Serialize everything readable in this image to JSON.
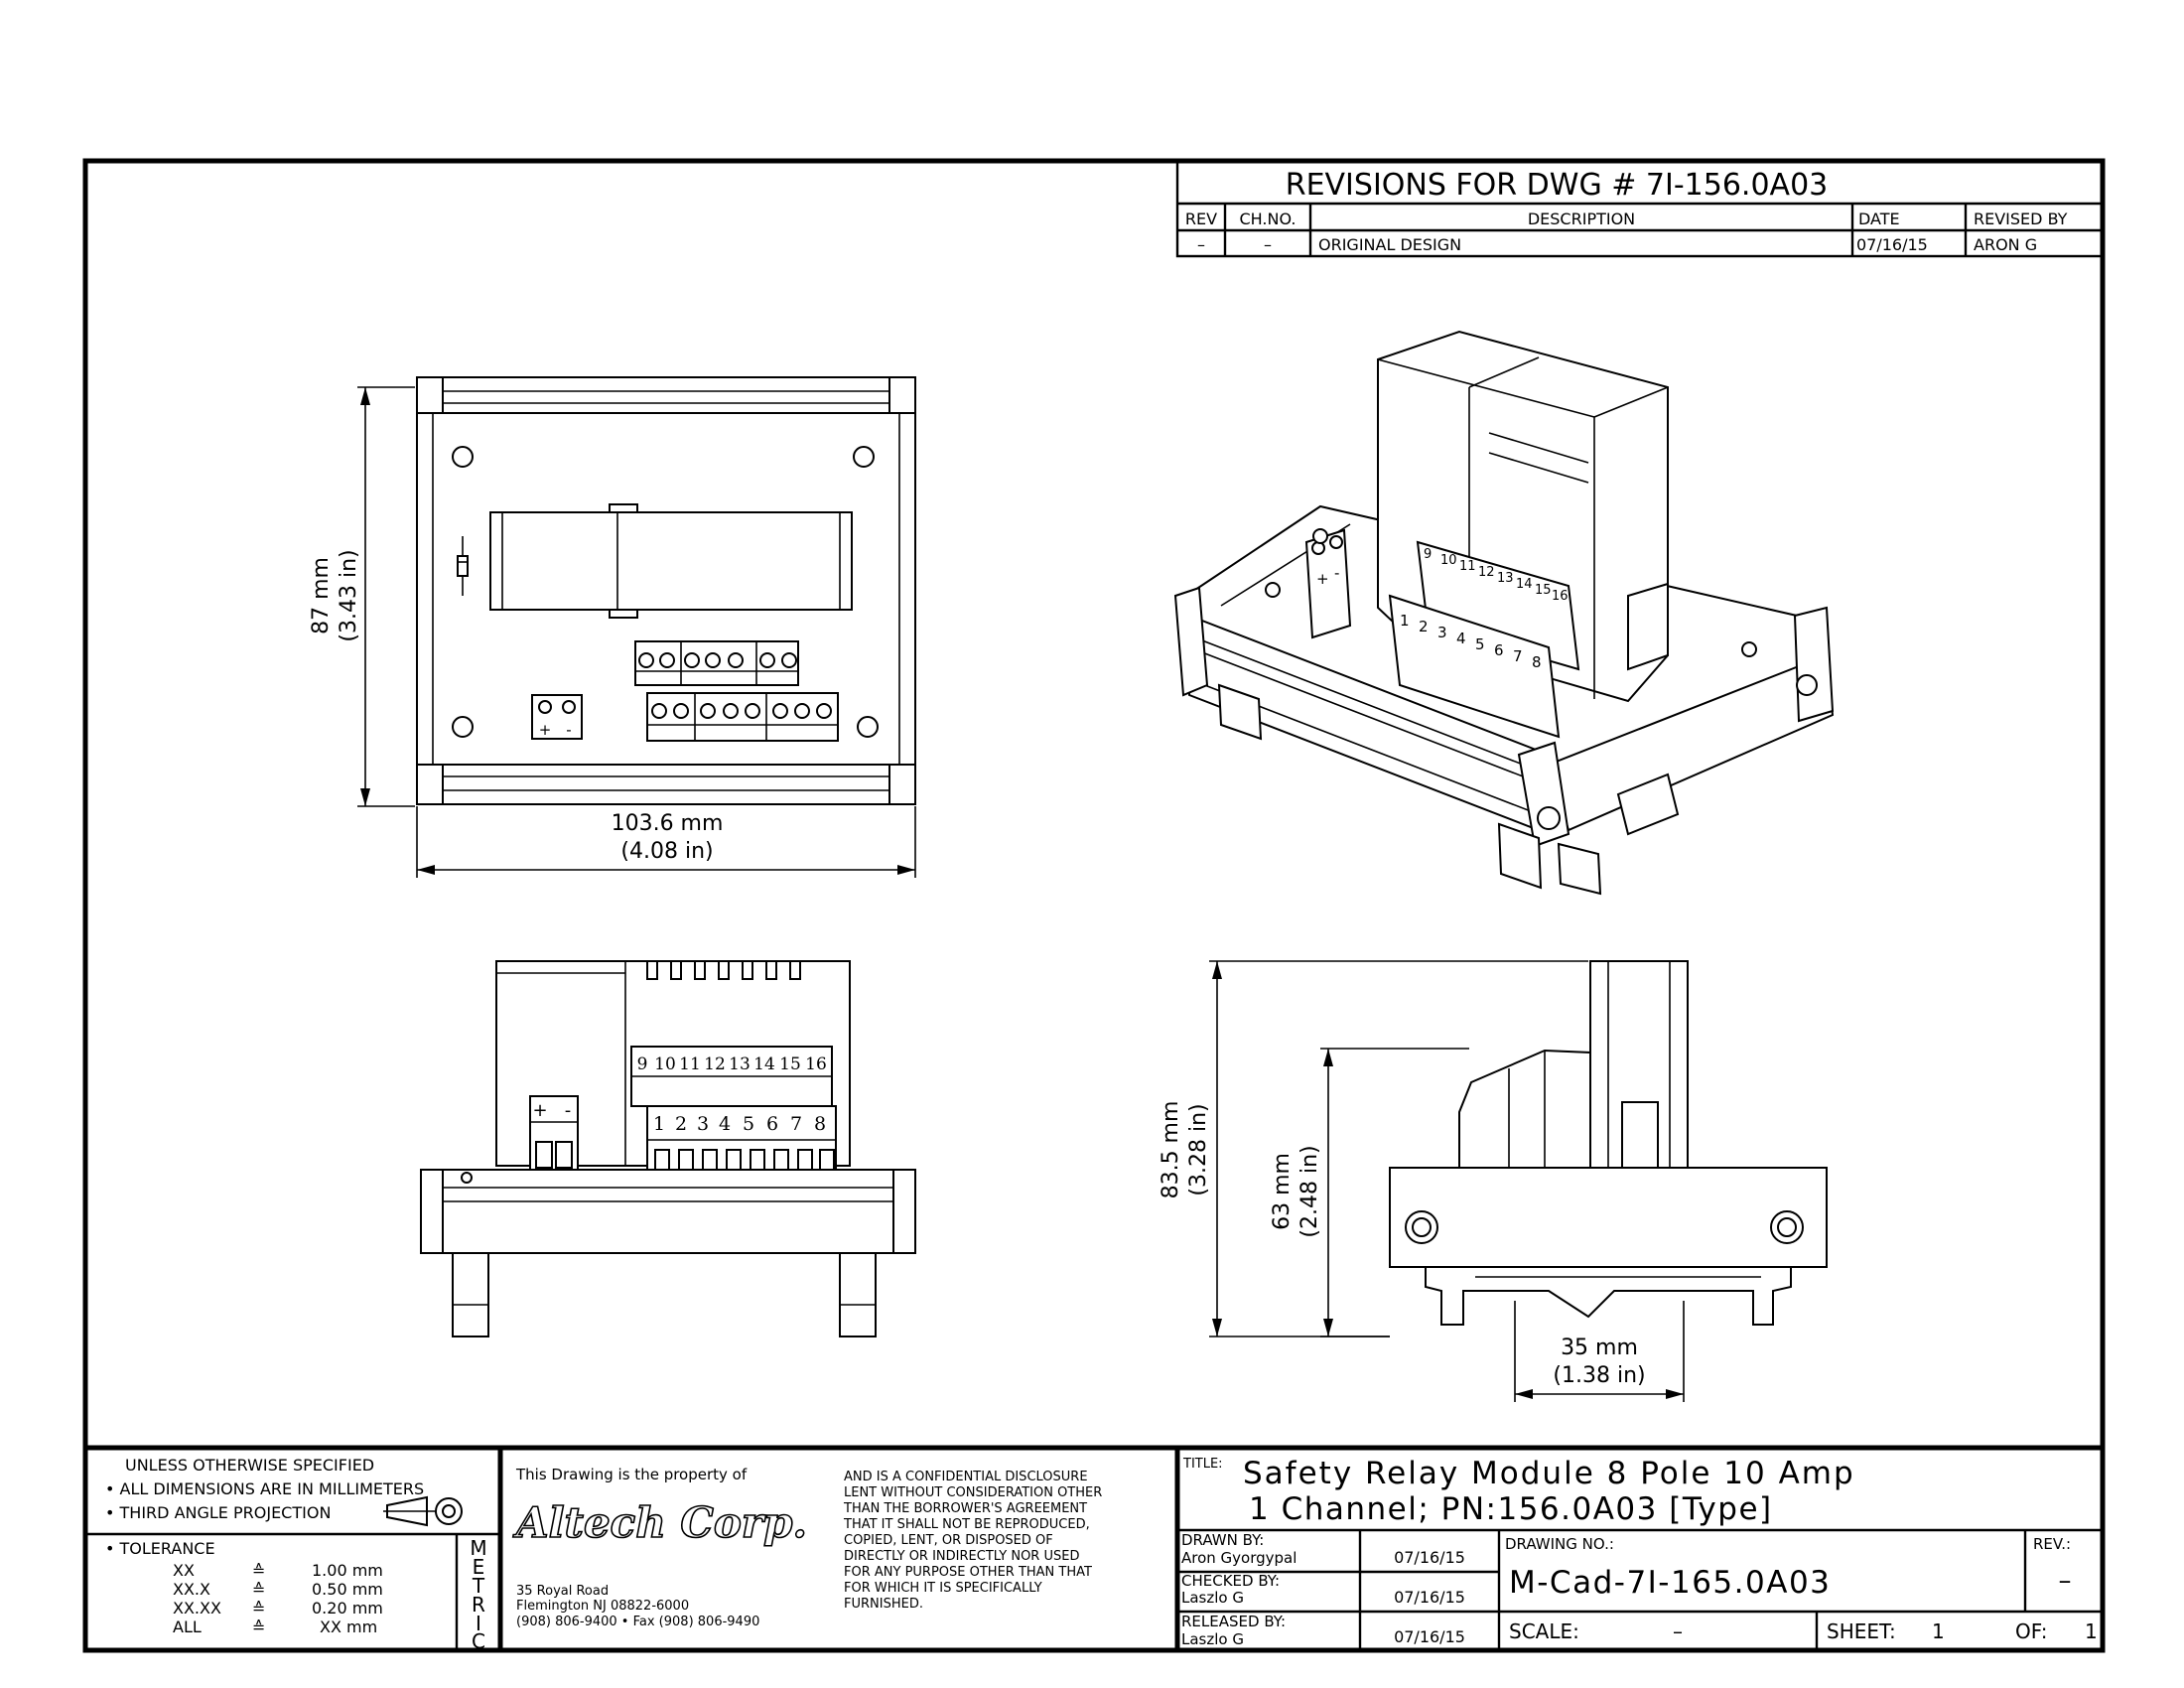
{
  "revisions": {
    "heading": "REVISIONS FOR DWG # 7I-156.0A03",
    "columns": [
      "REV",
      "CH.NO.",
      "DESCRIPTION",
      "DATE",
      "REVISED BY"
    ],
    "rows": [
      {
        "rev": "–",
        "ch_no": "–",
        "description": "ORIGINAL DESIGN",
        "date": "07/16/15",
        "revised_by": "ARON G"
      }
    ]
  },
  "dimensions": {
    "front_height_mm": "87 mm",
    "front_height_in": "(3.43 in)",
    "front_width_mm": "103.6 mm",
    "front_width_in": "(4.08 in)",
    "side_total_height_mm": "83.5 mm",
    "side_total_height_in": "(3.28 in)",
    "side_body_height_mm": "63 mm",
    "side_body_height_in": "(2.48 in)",
    "rail_width_mm": "35 mm",
    "rail_width_in": "(1.38 in)"
  },
  "terminal_labels": {
    "upper": [
      "9",
      "10",
      "11",
      "12",
      "13",
      "14",
      "15",
      "16"
    ],
    "lower": [
      "1",
      "2",
      "3",
      "4",
      "5",
      "6",
      "7",
      "8"
    ],
    "power": [
      "+",
      "-"
    ]
  },
  "title_block": {
    "unless_line": "UNLESS OTHERWISE SPECIFIED",
    "bullet_dimensions": "• ALL DIMENSIONS ARE IN MILLIMETERS",
    "bullet_projection": "• THIRD ANGLE PROJECTION",
    "tolerance_heading": "• TOLERANCE",
    "tolerances": [
      {
        "format": "XX",
        "value": "1.00 mm"
      },
      {
        "format": "XX.X",
        "value": "0.50 mm"
      },
      {
        "format": "XX.XX",
        "value": "0.20 mm"
      },
      {
        "format": "ALL",
        "value": "XX  mm"
      }
    ],
    "approx_symbol": "≙",
    "metric_letters": [
      "M",
      "E",
      "T",
      "R",
      "I",
      "C"
    ],
    "property_line": "This Drawing is the property of",
    "company_logo": "Altech Corp.",
    "address_lines": [
      "35 Royal Road",
      "Flemington NJ 08822-6000",
      "(908) 806-9400 • Fax (908) 806-9490"
    ],
    "disclosure_lines": [
      "AND IS A CONFIDENTIAL DISCLOSURE",
      "LENT WITHOUT CONSIDERATION OTHER",
      "THAN THE BORROWER'S AGREEMENT",
      "THAT IT SHALL NOT BE REPRODUCED,",
      "COPIED, LENT, OR DISPOSED OF",
      "DIRECTLY OR INDIRECTLY NOR USED",
      "FOR ANY PURPOSE OTHER THAN THAT",
      "FOR WHICH IT IS SPECIFICALLY",
      "FURNISHED."
    ],
    "title_label": "TITLE:",
    "title_line1": "Safety Relay Module 8 Pole 10 Amp",
    "title_line2": "1 Channel; PN:156.0A03 [Type]",
    "drawn_by_label": "DRAWN BY:",
    "drawn_by": "Aron Gyorgypal",
    "drawn_date": "07/16/15",
    "checked_by_label": "CHECKED BY:",
    "checked_by": "Laszlo G",
    "checked_date": "07/16/15",
    "released_by_label": "RELEASED BY:",
    "released_by": "Laszlo G",
    "released_date": "07/16/15",
    "drawing_no_label": "DRAWING NO.:",
    "drawing_no": "M-Cad-7I-165.0A03",
    "rev_label": "REV.:",
    "rev_value": "–",
    "scale_label": "SCALE:",
    "scale_value": "–",
    "sheet_label": "SHEET:",
    "sheet_value": "1",
    "of_label": "OF:",
    "of_value": "1"
  }
}
